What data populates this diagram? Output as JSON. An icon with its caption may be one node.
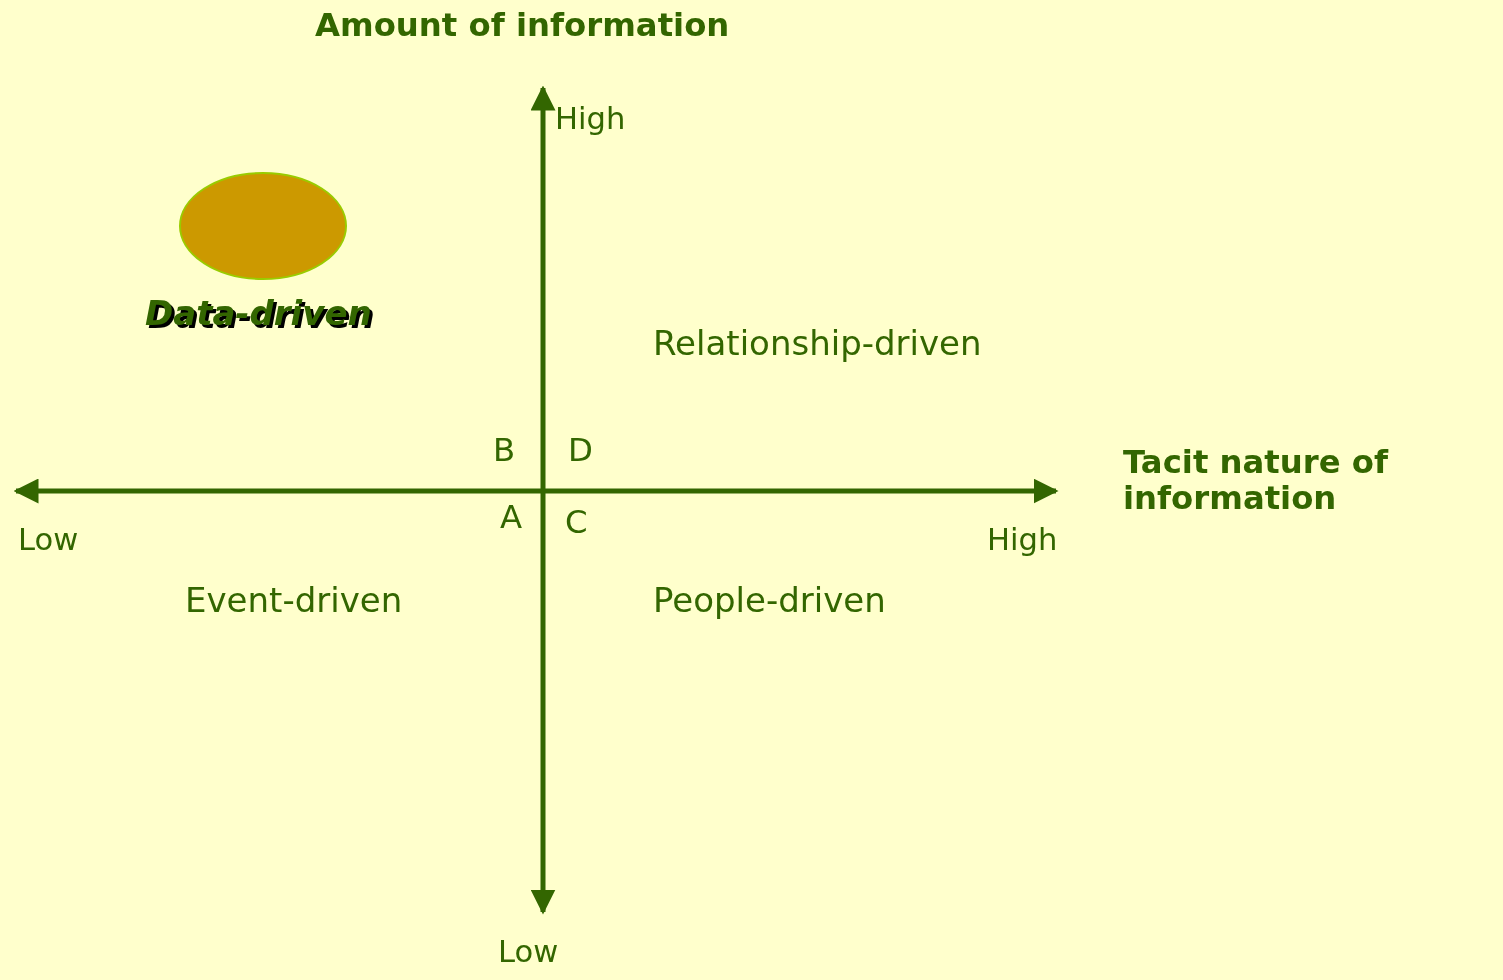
{
  "diagram": {
    "nodes": [
      {
        "text": [],
        "shape": "ellipse"
      }
    ],
    "labels": [
      "Amount of information",
      "High",
      "Data-driven",
      "Relationship-driven",
      "B",
      "D",
      "Tacit nature of information",
      "Low",
      "A",
      "C",
      "High",
      "Event-driven",
      "People-driven",
      "Low"
    ]
  }
}
